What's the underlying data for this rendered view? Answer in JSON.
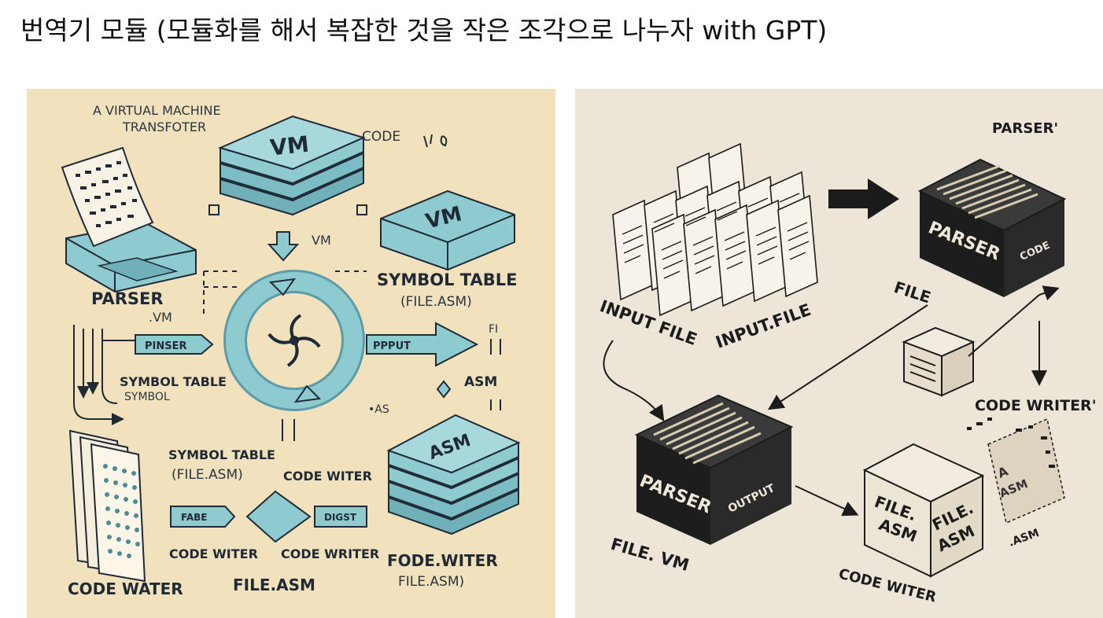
{
  "slide": {
    "title": "번역기 모듈 (모듈화를 해서 복잡한 것을 작은 조각으로 나누자 with GPT)"
  },
  "left_illustration": {
    "labels": {
      "header_line1": "A VIRTUAL MACHINE",
      "header_line2": "TRANSFOTER",
      "code": "CODE",
      "vm_box_top": "VM",
      "vm_box_right": "VM",
      "vm_arrow": "VM",
      "parser": "PARSER",
      "dot_vm": ".VM",
      "symbol_table_right": "SYMBOL TABLE",
      "file_asm_paren_right": "(FILE.ASM)",
      "pinser_tag": "PINSER",
      "pput_tag": "PPPUT",
      "fi_right": "FI",
      "symbol_table_left": "SYMBOL TABLE",
      "symbol_small": "SYMBOL",
      "asm_right": "ASM",
      "dot_as": "•AS",
      "symbol_table_bottom": "SYMBOL TABLE",
      "file_asm_paren_bottom": "(FILE.ASM)",
      "code_witer_mid": "CODE WITER",
      "asm_stack": "ASM",
      "fabe_tag": "FABE",
      "digst_tag": "DIGST",
      "code_witer_bottom": "CODE WITER",
      "code_writer_bottom": "CODE WRITER",
      "fode_witer": "FODE.WITER",
      "file_asm_paren_last": "FILE.ASM)",
      "code_water": "CODE WATER",
      "file_asm_bottom": "FILE.ASM"
    },
    "colors": {
      "background": "#f1e2bd",
      "teal": "#8ecbd0",
      "teal_dark": "#4d8b99",
      "ink": "#1f2a36"
    }
  },
  "right_illustration": {
    "labels": {
      "parser_top": "PARSER'",
      "parser_box_top": "PARSER",
      "code_side": "CODE",
      "file": "FILE",
      "input_file": "INPUT FILE",
      "input_dot_file": "INPUT.FILE",
      "code_writer": "CODE WRITER'",
      "parser_box_bottom": "PARSER",
      "output_side": "OUTPUT",
      "file_asm_cube_a": "FILE.",
      "file_asm_cube_b": "ASM",
      "file_asm_cube_c": "FILE.",
      "file_asm_cube_d": "ASM",
      "asm_small": ".ASM",
      "a_paper": "A",
      "asm_paper": "ASM",
      "file_vm": "FILE. VM",
      "code_witer": "CODE WITER"
    },
    "colors": {
      "background": "#ede6d8",
      "box_dark": "#1d1d1d",
      "paper": "#f7f3ea",
      "ink": "#1b1b1b"
    }
  }
}
